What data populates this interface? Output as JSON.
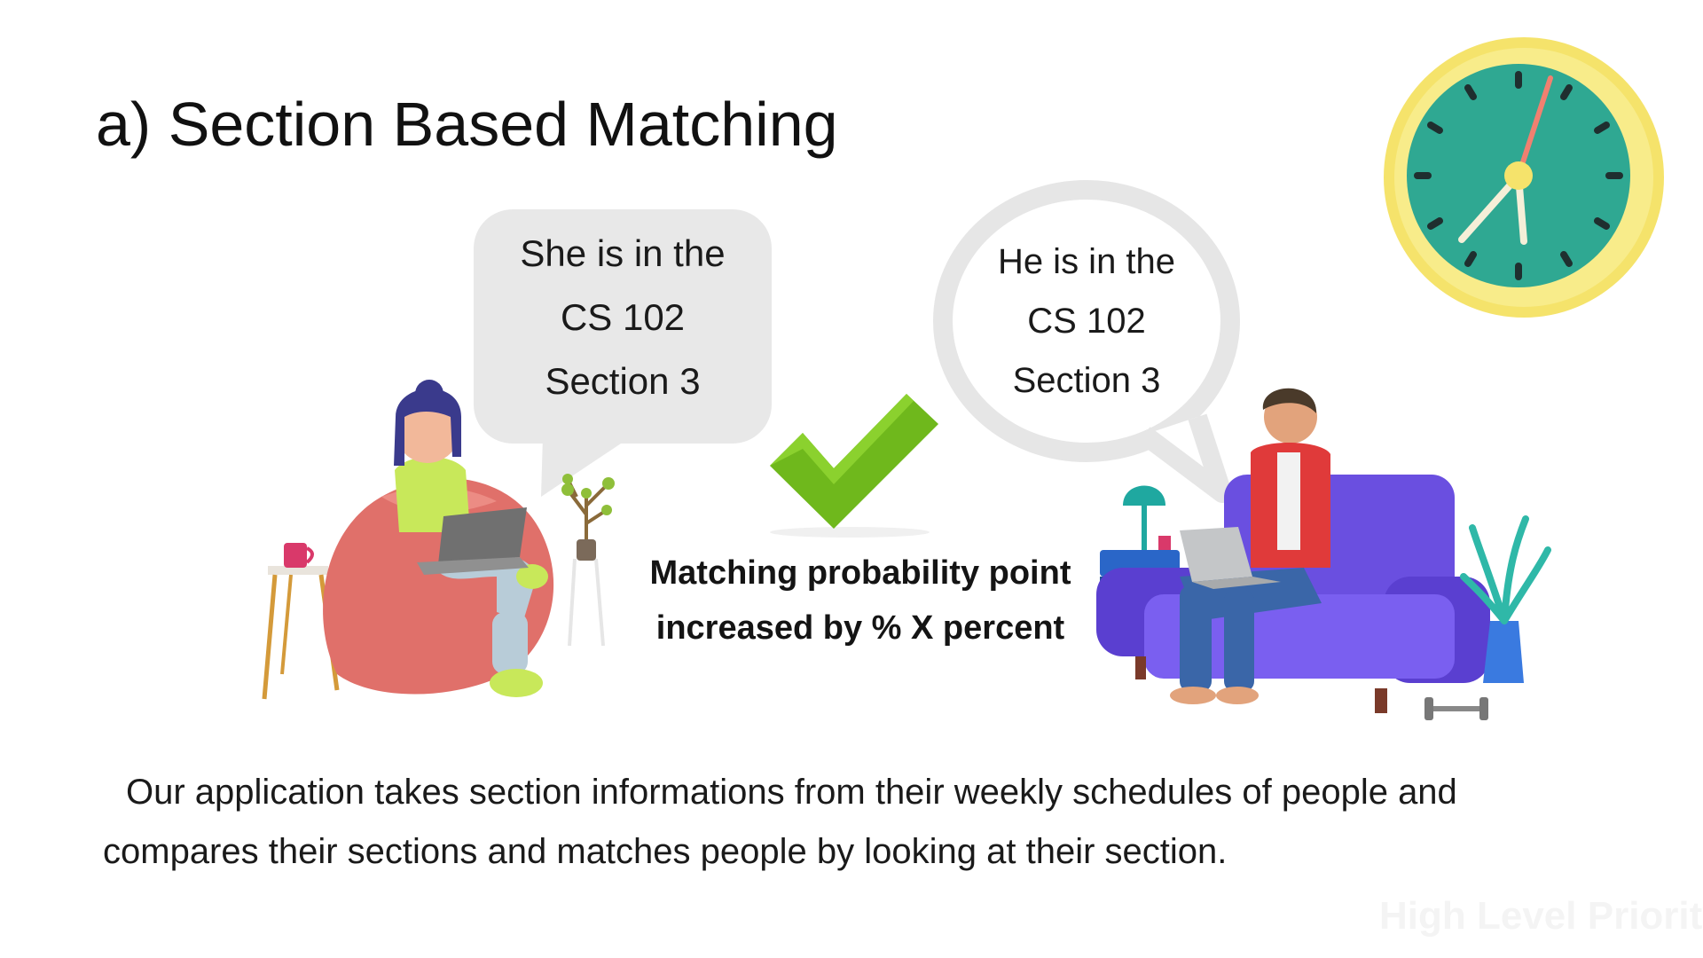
{
  "slide": {
    "title": "a) Section Based Matching",
    "left_bubble": {
      "lines": [
        "She is in the",
        "CS 102",
        "Section 3"
      ]
    },
    "right_bubble": {
      "lines": [
        "He is in the",
        "CS 102",
        "Section 3"
      ]
    },
    "match_caption": {
      "lines": [
        "Matching probability point",
        "increased by % X percent"
      ]
    },
    "description": {
      "lines": [
        "Our application takes section informations from their weekly schedules of people and",
        "compares their sections and matches people by looking at their section."
      ]
    },
    "watermark": "High Level Priority",
    "icons": [
      "clock-icon",
      "checkmark-icon",
      "girl-on-beanbag-illustration",
      "boy-on-sofa-illustration"
    ],
    "colors": {
      "clock_face": "#2fa892",
      "clock_rim": "#f5e36b",
      "checkmark": "#6fb81c",
      "left_bubble_fill": "#e8e8e8",
      "right_bubble_stroke": "#e6e6e6",
      "sofa": "#6a4fe0",
      "beanbag": "#e0706a"
    }
  }
}
